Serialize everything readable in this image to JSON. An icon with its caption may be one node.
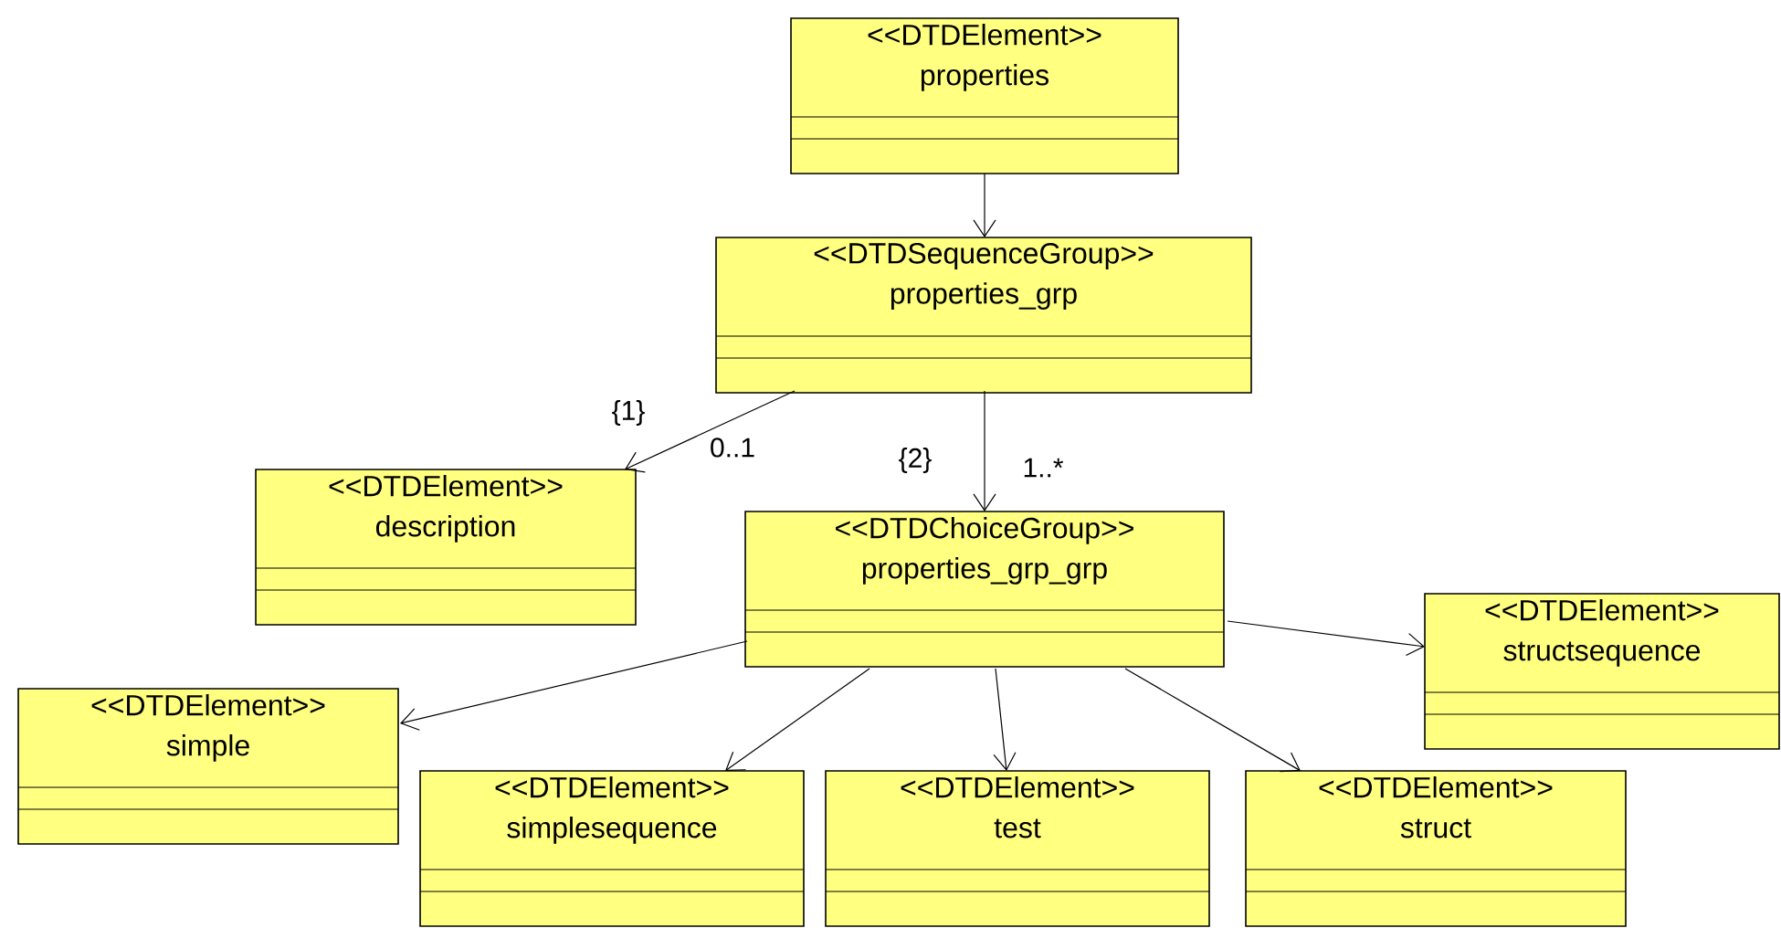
{
  "diagram": {
    "nodes": [
      {
        "text": [
          "<<DTDElement>>",
          "properties"
        ]
      },
      {
        "text": [
          "<<DTDSequenceGroup>>",
          "properties_grp"
        ]
      },
      {
        "text": [
          "<<DTDElement>>",
          "description"
        ]
      },
      {
        "text": [
          "<<DTDChoiceGroup>>",
          "properties_grp_grp"
        ]
      },
      {
        "text": [
          "<<DTDElement>>",
          "structsequence"
        ]
      },
      {
        "text": [
          "<<DTDElement>>",
          "simple"
        ]
      },
      {
        "text": [
          "<<DTDElement>>",
          "simplesequence"
        ]
      },
      {
        "text": [
          "<<DTDElement>>",
          "test"
        ]
      },
      {
        "text": [
          "<<DTDElement>>",
          "struct"
        ]
      }
    ],
    "edges": [
      {
        "from": 0,
        "to": 1,
        "arrow": "to"
      },
      {
        "from": 1,
        "to": 2,
        "arrow": "to",
        "label": "{1}"
      },
      {
        "from": 1,
        "to": 3,
        "arrow": "to",
        "label": "{2}"
      },
      {
        "from": 3,
        "to": 5,
        "arrow": "to"
      },
      {
        "from": 3,
        "to": 6,
        "arrow": "to"
      },
      {
        "from": 3,
        "to": 7,
        "arrow": "to"
      },
      {
        "from": 3,
        "to": 8,
        "arrow": "to"
      },
      {
        "from": 3,
        "to": 4,
        "arrow": "to"
      }
    ],
    "labels": [
      "0..1",
      "1..*"
    ]
  }
}
